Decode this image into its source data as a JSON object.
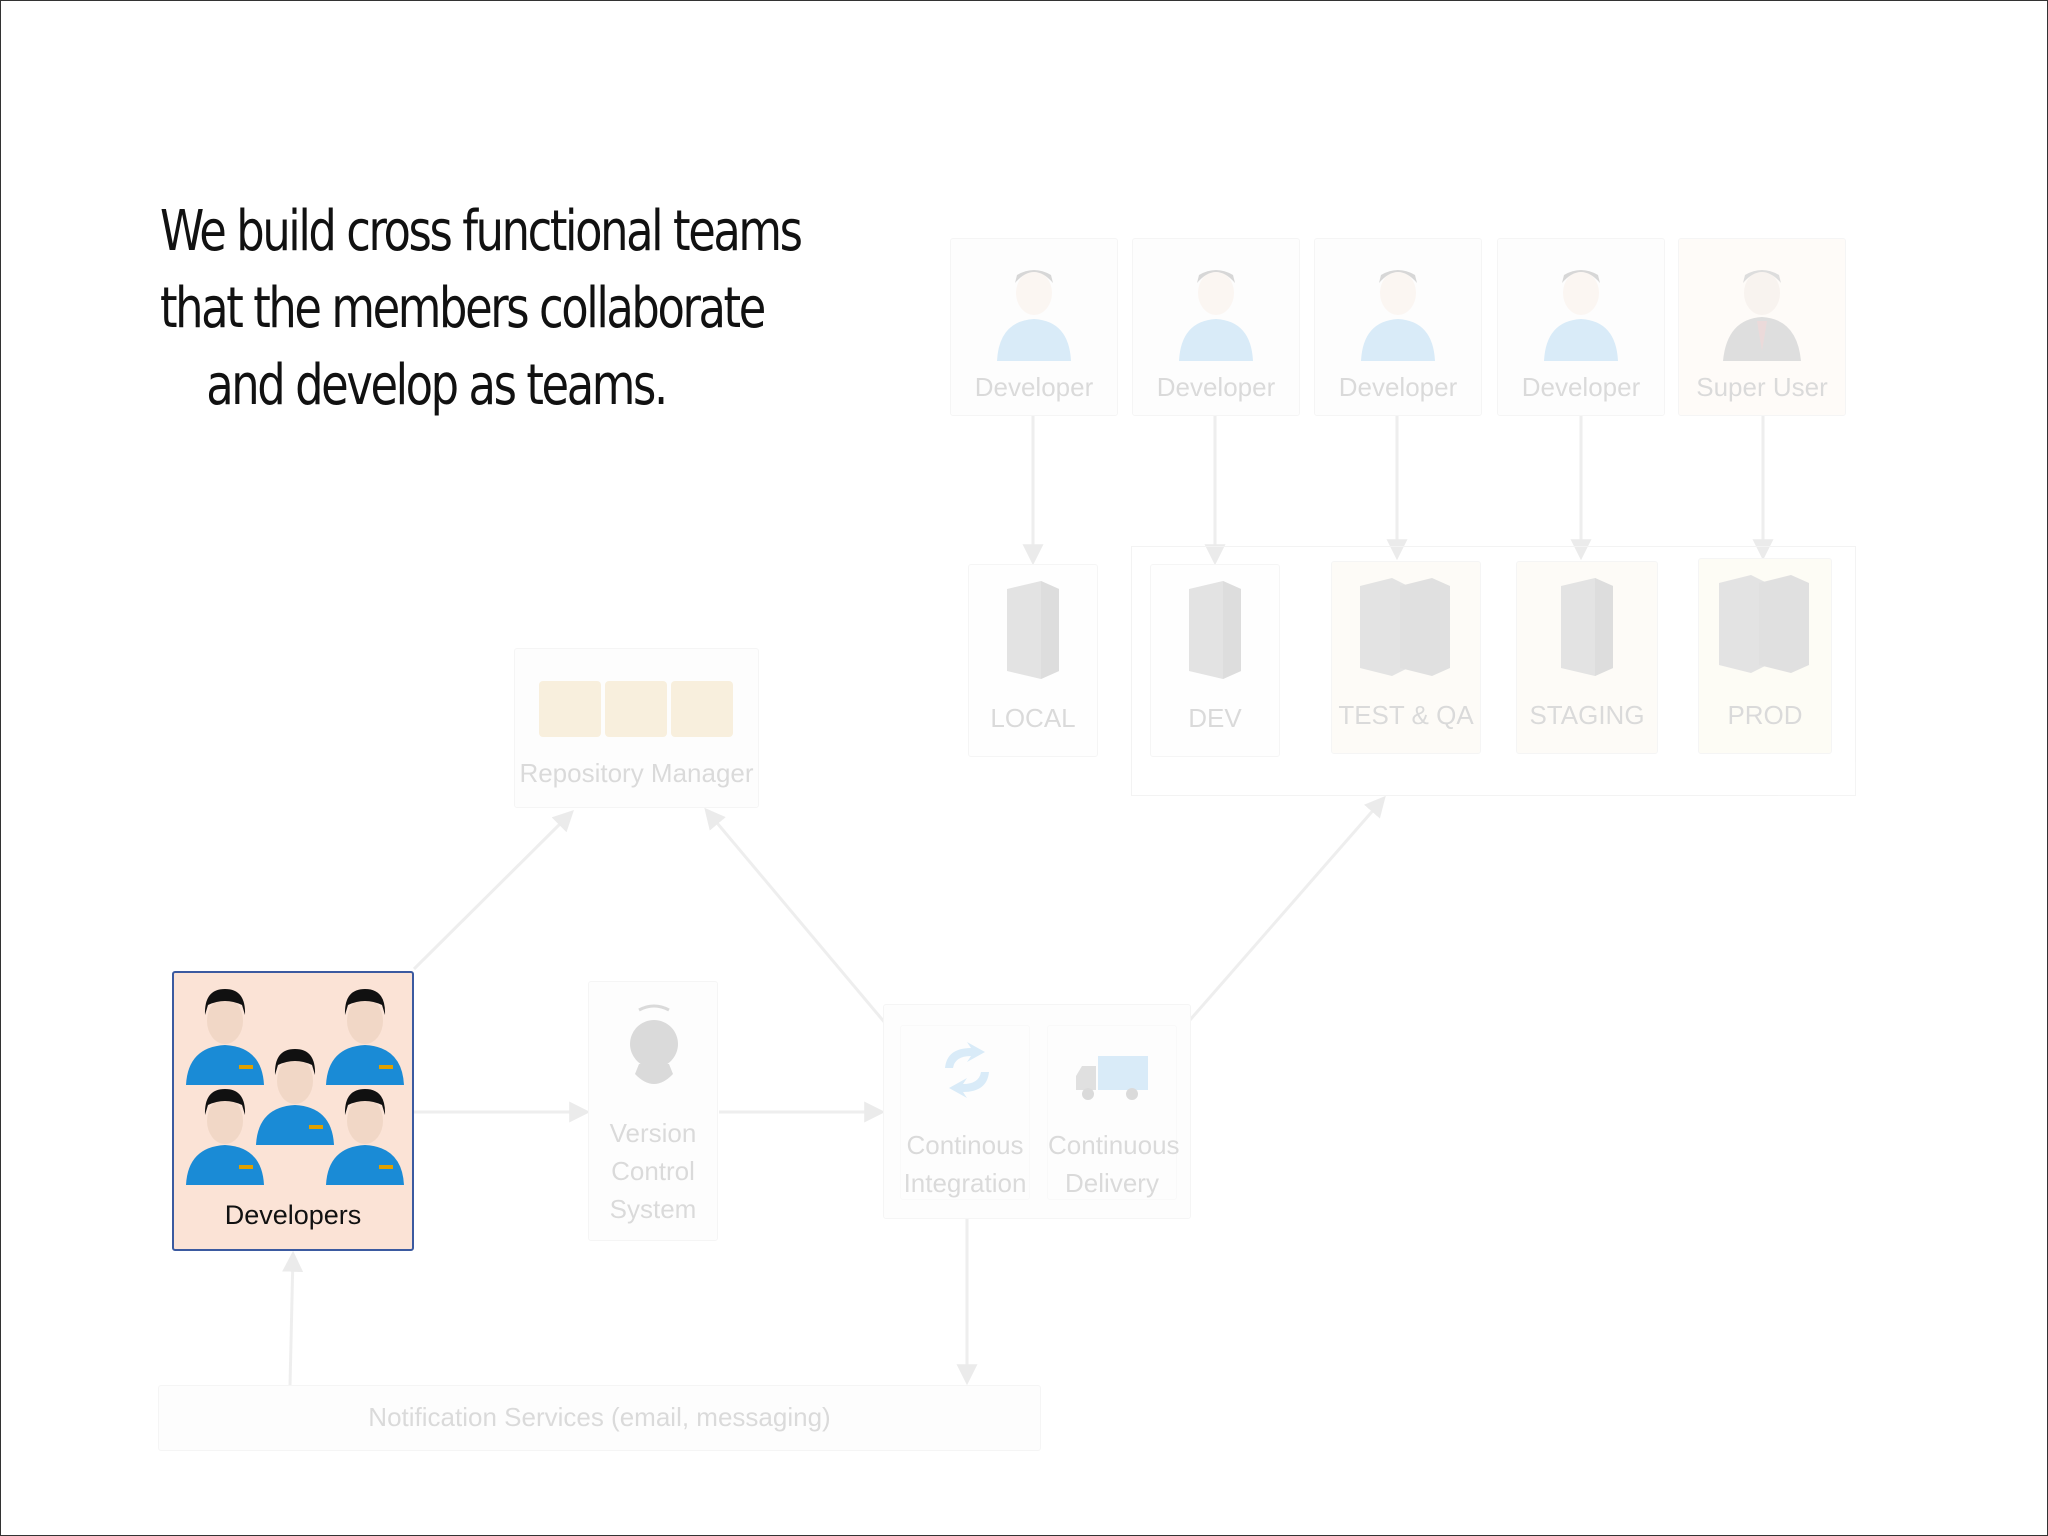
{
  "headline": {
    "line1": "We build cross functional teams",
    "line2": "that the members collaborate",
    "line3": "and develop as teams."
  },
  "roles": [
    {
      "label": "Developer",
      "icon": "developer-icon"
    },
    {
      "label": "Developer",
      "icon": "developer-icon"
    },
    {
      "label": "Developer",
      "icon": "developer-icon"
    },
    {
      "label": "Developer",
      "icon": "developer-icon"
    },
    {
      "label": "Super User",
      "icon": "business-user-icon"
    }
  ],
  "environments": [
    {
      "label": "LOCAL",
      "icon": "server-icon"
    },
    {
      "label": "DEV",
      "icon": "server-icon"
    },
    {
      "label": "TEST & QA",
      "icon": "server-cluster-icon"
    },
    {
      "label": "STAGING",
      "icon": "server-icon"
    },
    {
      "label": "PROD",
      "icon": "server-cluster-icon"
    }
  ],
  "repository": {
    "label": "Repository Manager",
    "icon": "package-boxes-icon"
  },
  "vcs": {
    "line1": "Version",
    "line2": "Control",
    "line3": "System",
    "icon": "github-octocat-icon"
  },
  "ci": {
    "line1": "Continous",
    "line2": "Integration",
    "icon": "sync-arrows-icon"
  },
  "cd": {
    "line1": "Continuous",
    "line2": "Delivery",
    "icon": "delivery-truck-icon"
  },
  "notifications": {
    "label": "Notification Services (email, messaging)"
  },
  "developers": {
    "label": "Developers",
    "icon": "developer-team-icon"
  },
  "colors": {
    "highlight_fill": "#fbe3d6",
    "highlight_border": "#3b5aa0",
    "shirt_blue": "#1a8bd6",
    "super_user_fill": "#fde7d6"
  }
}
